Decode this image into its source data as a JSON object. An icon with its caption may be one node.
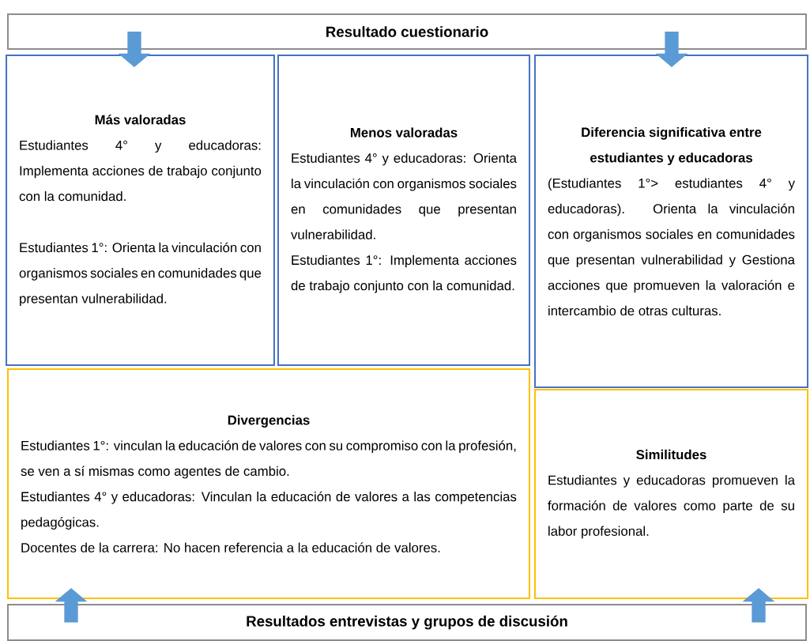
{
  "diagram": {
    "nodes": [
      {
        "text": [
          "Resultado cuestionario"
        ]
      },
      {
        "text": [
          "Más valoradas",
          "Estudiantes 4° y educadoras: Implementa acciones de trabajo conjunto con la comunidad.",
          "Estudiantes 1°: Orienta la vinculación con organismos sociales en comunidades que presentan vulnerabilidad."
        ]
      },
      {
        "text": [
          "Menos valoradas",
          "Estudiantes 4° y educadoras: Orienta la vinculación con organismos sociales en comunidades que presentan vulnerabilidad.",
          "Estudiantes 1°: Implementa acciones de trabajo conjunto con la comunidad."
        ]
      },
      {
        "text": [
          "Diferencia significativa entre estudiantes y educadoras",
          "(Estudiantes 1°> estudiantes 4° y educadoras). Orienta la vinculación con organismos sociales en comunidades que presentan vulnerabilidad y Gestiona acciones que promueven la valoración e intercambio de otras culturas."
        ]
      },
      {
        "text": [
          "Divergencias",
          "Estudiantes 1°: vinculan la educación de valores con su compromiso con la profesión, se ven a sí mismas como agentes de cambio.",
          "Estudiantes 4° y educadoras: Vinculan la educación de valores a las competencias pedagógicas.",
          "Docentes de la carrera: No hacen referencia a la educación de valores."
        ]
      },
      {
        "text": [
          "Similitudes",
          "Estudiantes y educadoras promueven la formación de valores como parte de su labor profesional."
        ]
      },
      {
        "text": [
          "Resultados entrevistas y grupos de discusión"
        ]
      }
    ],
    "edges": [
      {
        "from": 0,
        "to": 1,
        "arrow": "to"
      },
      {
        "from": 0,
        "to": 3,
        "arrow": "to"
      },
      {
        "from": 6,
        "to": 4,
        "arrow": "to"
      },
      {
        "from": 6,
        "to": 5,
        "arrow": "to"
      }
    ]
  }
}
